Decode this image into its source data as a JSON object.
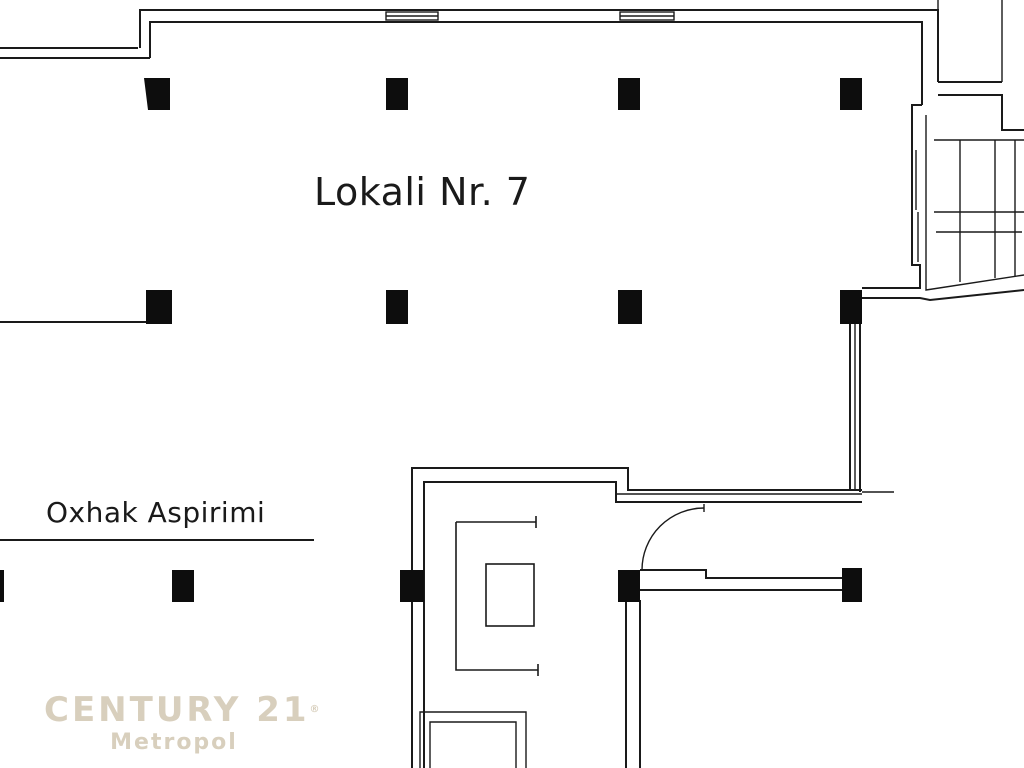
{
  "plan": {
    "room_label": "Lokali Nr. 7",
    "chimney_label": "Oxhak Aspirimi"
  },
  "watermark": {
    "brand": "CENTURY 21",
    "registered_mark": "®",
    "office": "Metropol",
    "color": "#d8cfbd"
  }
}
